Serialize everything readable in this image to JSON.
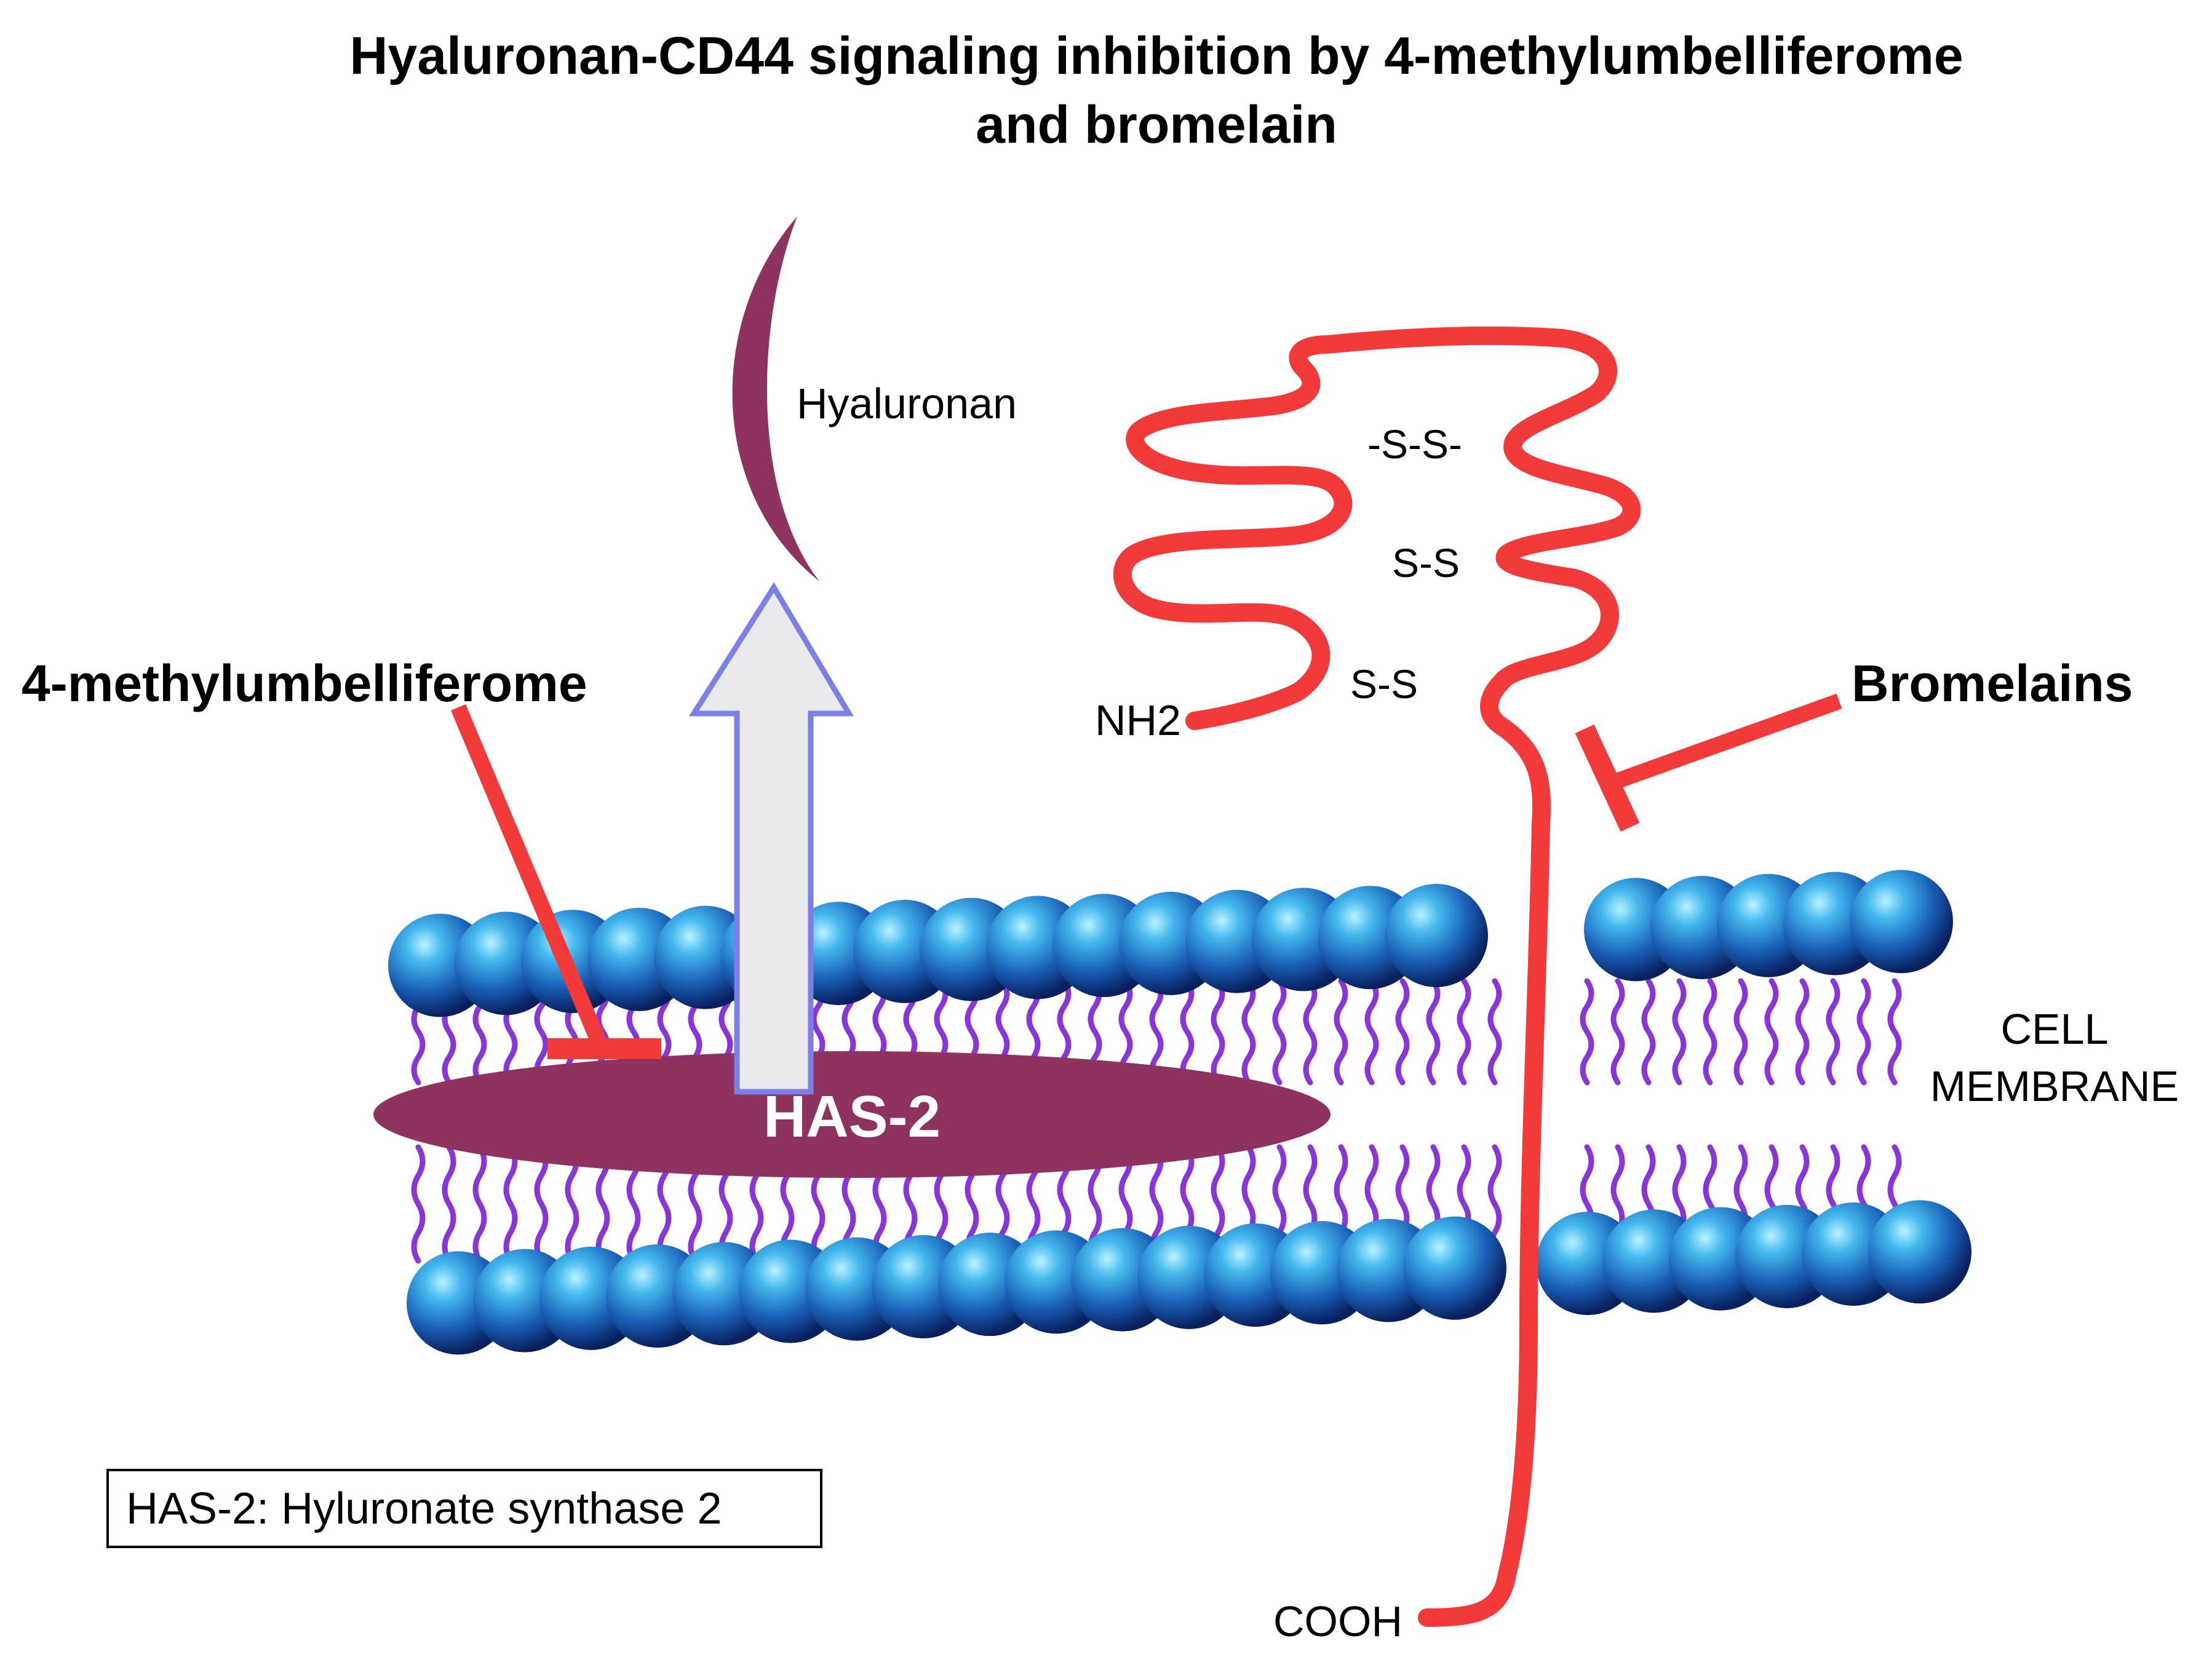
{
  "title": {
    "line1": "Hyaluronan-CD44 signaling inhibition by 4-methylumbelliferome",
    "line2": "and bromelain"
  },
  "labels": {
    "hyaluronan": "Hyaluronan",
    "inhibitor_left": "4-methylumbelliferome",
    "inhibitor_right": "Bromelains",
    "has2": "HAS-2",
    "cell_membrane_line1": "CELL",
    "cell_membrane_line2": "MEMBRANE",
    "nh2": "NH2",
    "cooh": "COOH",
    "disulfide_1": "-S-S-",
    "disulfide_2": "S-S",
    "disulfide_3": "S-S"
  },
  "legend": {
    "text": "HAS-2: Hyluronate synthase 2"
  },
  "colors": {
    "cd44": "#f23a3a",
    "inhibitor": "#f23a3a",
    "has2": "#8e3260",
    "hyaluronan": "#8e3260",
    "arrow_fill": "#eaeaee",
    "arrow_stroke": "#7b7fe6",
    "lipid_head": "#1e63b8",
    "lipid_tail": "#8a35d8"
  }
}
